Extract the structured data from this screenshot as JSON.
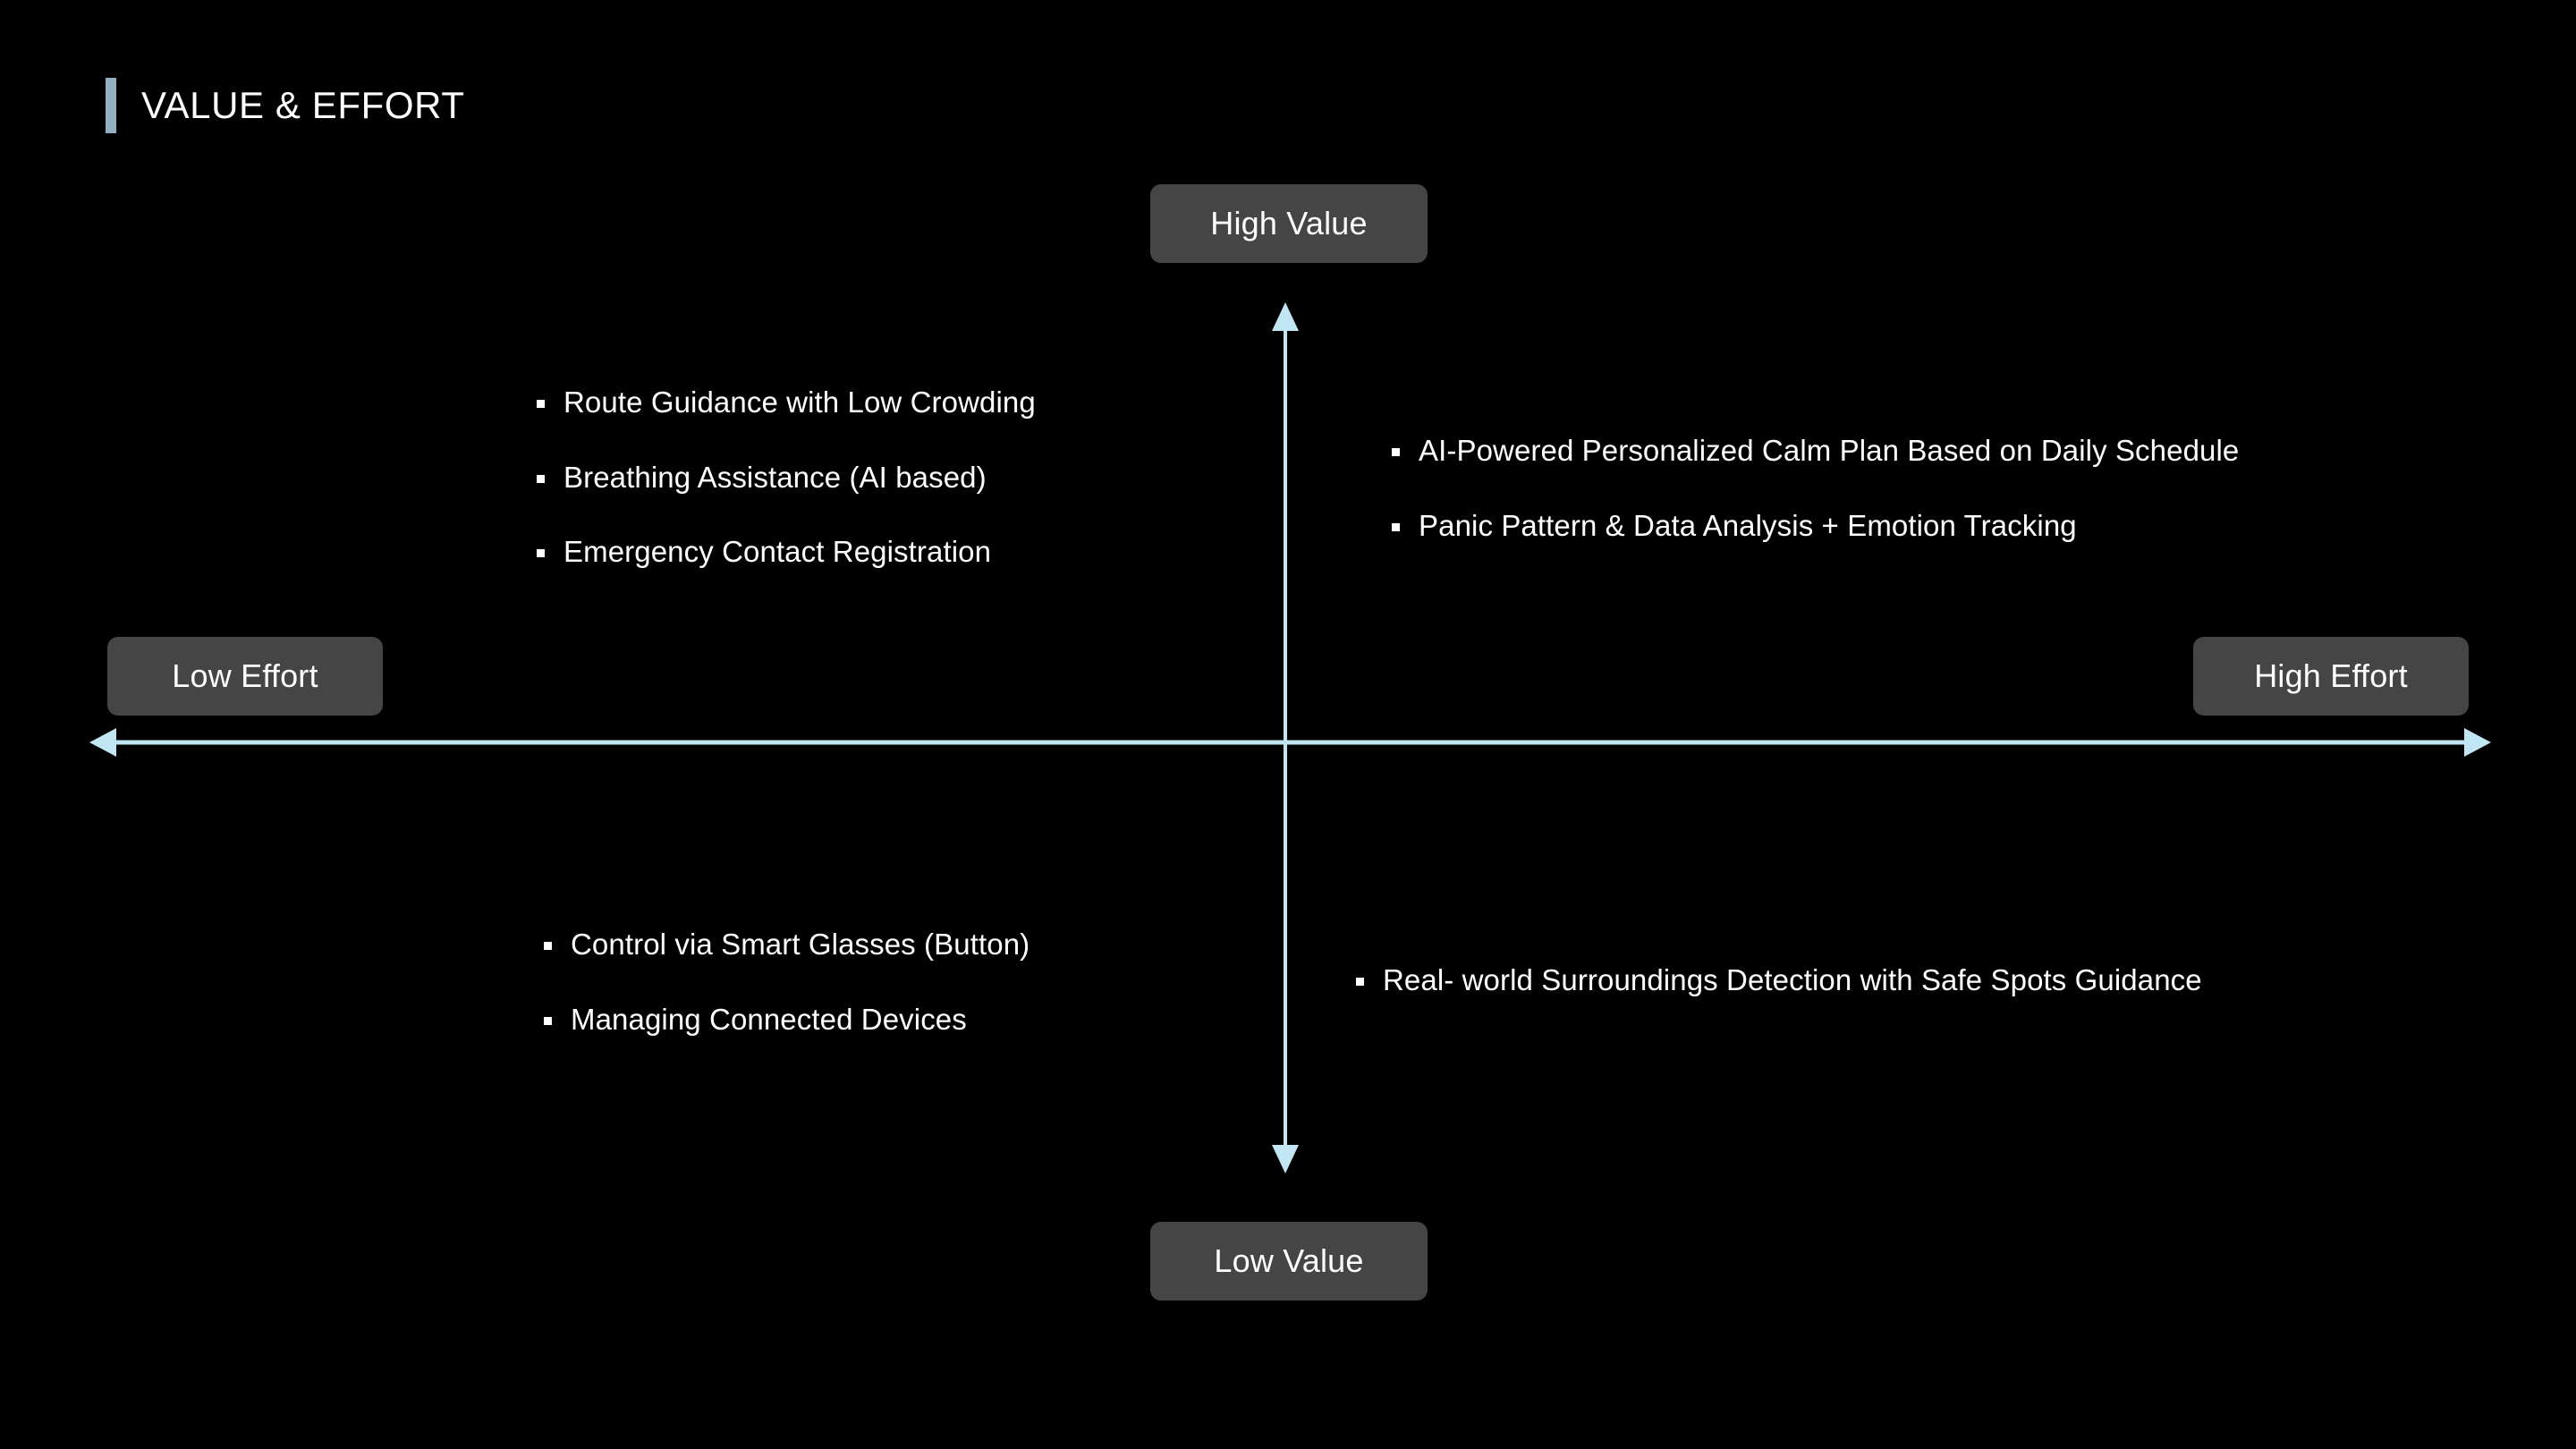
{
  "slide": {
    "title": "VALUE & EFFORT",
    "background_color": "#000000",
    "accent_color": "#93b0c1",
    "axis_color": "#bfe6f2",
    "chip_color": "#454545",
    "text_color": "#ffffff"
  },
  "axes": {
    "vertical": {
      "top_label": "High Value",
      "bottom_label": "Low Value"
    },
    "horizontal": {
      "left_label": "Low Effort",
      "right_label": "High Effort"
    }
  },
  "quadrants": {
    "top_left": {
      "name": "high-value-low-effort",
      "items": [
        "Route Guidance with Low Crowding",
        "Breathing Assistance (AI based)",
        "Emergency Contact Registration"
      ]
    },
    "top_right": {
      "name": "high-value-high-effort",
      "items": [
        "AI-Powered Personalized Calm Plan Based on Daily Schedule",
        "Panic Pattern & Data Analysis + Emotion Tracking"
      ]
    },
    "bottom_left": {
      "name": "low-value-low-effort",
      "items": [
        "Control via Smart Glasses (Button)",
        "Managing Connected Devices"
      ]
    },
    "bottom_right": {
      "name": "low-value-high-effort",
      "items": [
        "Real- world Surroundings Detection with Safe Spots Guidance"
      ]
    }
  }
}
